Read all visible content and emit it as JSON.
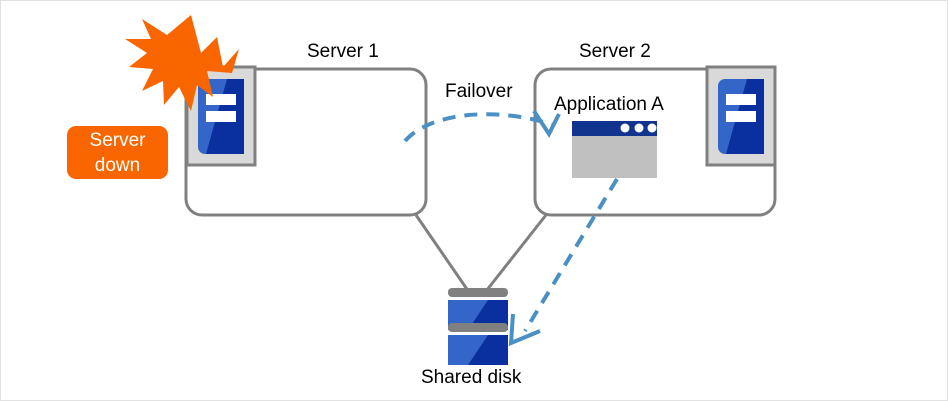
{
  "diagram": {
    "title_hidden": true,
    "background": "#ffffff",
    "frame_border_color": "#e2e2e2",
    "colors": {
      "server_box_stroke": "#808080",
      "connector_line": "#808080",
      "arrow_blue": "#4a90c4",
      "alert_orange": "#f96600",
      "icon_blue_light": "#3465c8",
      "icon_blue_dark": "#0a2f9e",
      "icon_frame_gray": "#d4d4d4",
      "icon_frame_stroke": "#808080",
      "app_titlebar_navy": "#11348f",
      "app_body_gray": "#c0c0c0",
      "disk_bar_gray": "#808080",
      "text_black": "#000000",
      "text_white": "#ffffff"
    }
  },
  "nodes": {
    "server1": {
      "title": "Server 1",
      "icon_name": "server-icon",
      "state": "down"
    },
    "server2": {
      "title": "Server 2",
      "icon_name": "server-icon",
      "app": {
        "label": "Application A",
        "icon_name": "application-window-icon"
      }
    },
    "shared_disk": {
      "label": "Shared disk",
      "icon_name": "disk-stack-icon"
    }
  },
  "annotations": {
    "server_down_badge": {
      "line1": "Server",
      "line2": "down",
      "icon_name": "explosion-burst-icon"
    },
    "failover_arrow": {
      "label": "Failover",
      "style": "dashed",
      "from": "server1",
      "to": "server2"
    },
    "disk_access_arrow": {
      "label": "",
      "style": "dashed",
      "from": "application-a",
      "to": "shared-disk"
    }
  },
  "connectors": [
    {
      "from": "server1",
      "to": "shared_disk",
      "style": "solid"
    },
    {
      "from": "server2",
      "to": "shared_disk",
      "style": "solid"
    }
  ]
}
